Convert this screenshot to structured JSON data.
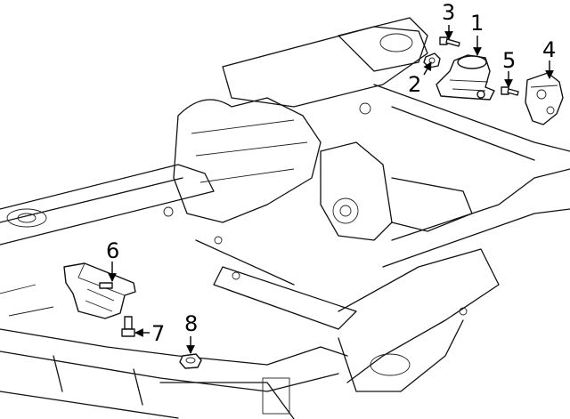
{
  "callouts": [
    {
      "id": "1",
      "label": "1"
    },
    {
      "id": "2",
      "label": "2"
    },
    {
      "id": "3",
      "label": "3"
    },
    {
      "id": "4",
      "label": "4"
    },
    {
      "id": "5",
      "label": "5"
    },
    {
      "id": "6",
      "label": "6"
    },
    {
      "id": "7",
      "label": "7"
    },
    {
      "id": "8",
      "label": "8"
    }
  ],
  "parts": [
    {
      "callout": "1",
      "icon": "engine-mount-insulator-icon"
    },
    {
      "callout": "2",
      "icon": "nut-icon"
    },
    {
      "callout": "3",
      "icon": "bolt-icon"
    },
    {
      "callout": "4",
      "icon": "mount-bracket-icon"
    },
    {
      "callout": "5",
      "icon": "bolt-icon"
    },
    {
      "callout": "6",
      "icon": "transmission-mount-icon"
    },
    {
      "callout": "7",
      "icon": "bolt-icon"
    },
    {
      "callout": "8",
      "icon": "nut-icon"
    }
  ]
}
